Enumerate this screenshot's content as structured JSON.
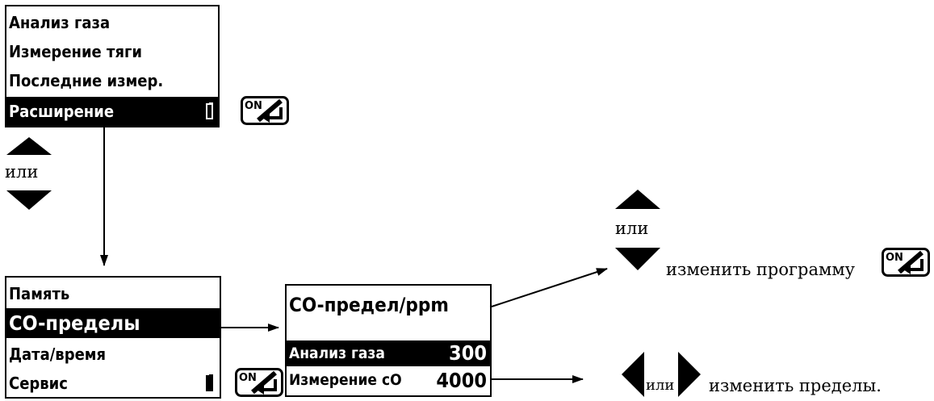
{
  "menu1": {
    "items": [
      "Анализ газа",
      "Измерение тяги",
      "Последние измер.",
      "Расширение"
    ],
    "selected_index": 3
  },
  "menu2": {
    "items": [
      "Память",
      "CO-пределы",
      "Дата/время",
      "Сервис"
    ],
    "selected_index": 1
  },
  "co_limits": {
    "title": "CO-предел/ppm",
    "rows": [
      {
        "label": "Анализ газа",
        "value": "300"
      },
      {
        "label": "Измерение сO",
        "value": "4000"
      }
    ],
    "selected_index": 0
  },
  "key_label": "ON",
  "captions": {
    "or_left": "или",
    "or_right": "или",
    "or_bottom": "или",
    "change_program": "изменить программу",
    "change_limits": "изменить пределы."
  },
  "colors": {
    "ink": "#000000",
    "background": "#ffffff"
  }
}
